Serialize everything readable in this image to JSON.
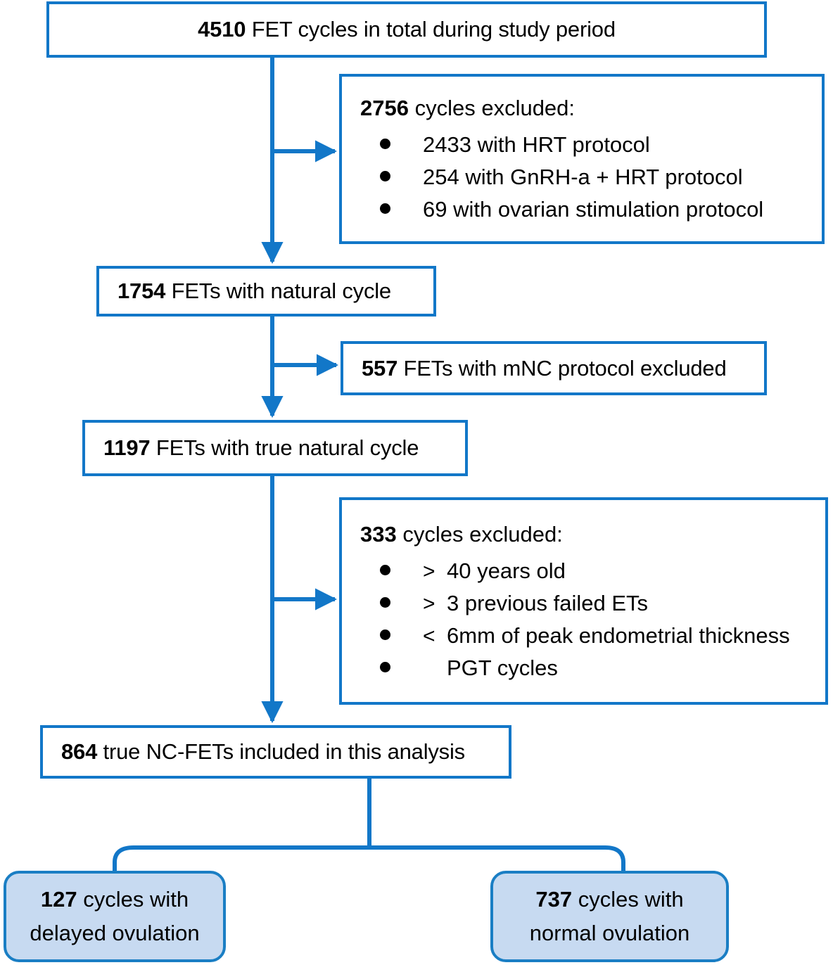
{
  "diagram": {
    "title": "FET cycles study flow diagram",
    "accent_color": "#1277c8",
    "outcome_fill_color": "#c7daf1",
    "nodes": {
      "total": {
        "num": "4510",
        "text": " FET cycles in total during study period"
      },
      "excluded_1": {
        "head_num": "2756",
        "head_text": " cycles excluded:",
        "bullets": [
          {
            "op": "",
            "text": "2433 with HRT protocol"
          },
          {
            "op": "",
            "text": "254 with GnRH-a + HRT protocol"
          },
          {
            "op": "",
            "text": "69 with ovarian stimulation protocol"
          }
        ]
      },
      "natural": {
        "num": "1754",
        "text": " FETs with natural cycle"
      },
      "excluded_2": {
        "num": "557",
        "text": " FETs with mNC protocol excluded"
      },
      "true_natural": {
        "num": "1197",
        "text": " FETs with true natural cycle"
      },
      "excluded_3": {
        "head_num": "333",
        "head_text": " cycles excluded:",
        "bullets": [
          {
            "op": ">",
            "text": "40 years old"
          },
          {
            "op": ">",
            "text": "3 previous failed ETs"
          },
          {
            "op": "<",
            "text": "6mm of peak endometrial thickness"
          },
          {
            "op": "",
            "text": "PGT cycles"
          }
        ]
      },
      "included": {
        "num": "864",
        "text": " true NC-FETs included in this analysis"
      },
      "outcome_delayed": {
        "num": "127",
        "line1": " cycles with",
        "line2": "delayed ovulation"
      },
      "outcome_normal": {
        "num": "737",
        "line1": " cycles with",
        "line2": "normal ovulation"
      }
    }
  }
}
